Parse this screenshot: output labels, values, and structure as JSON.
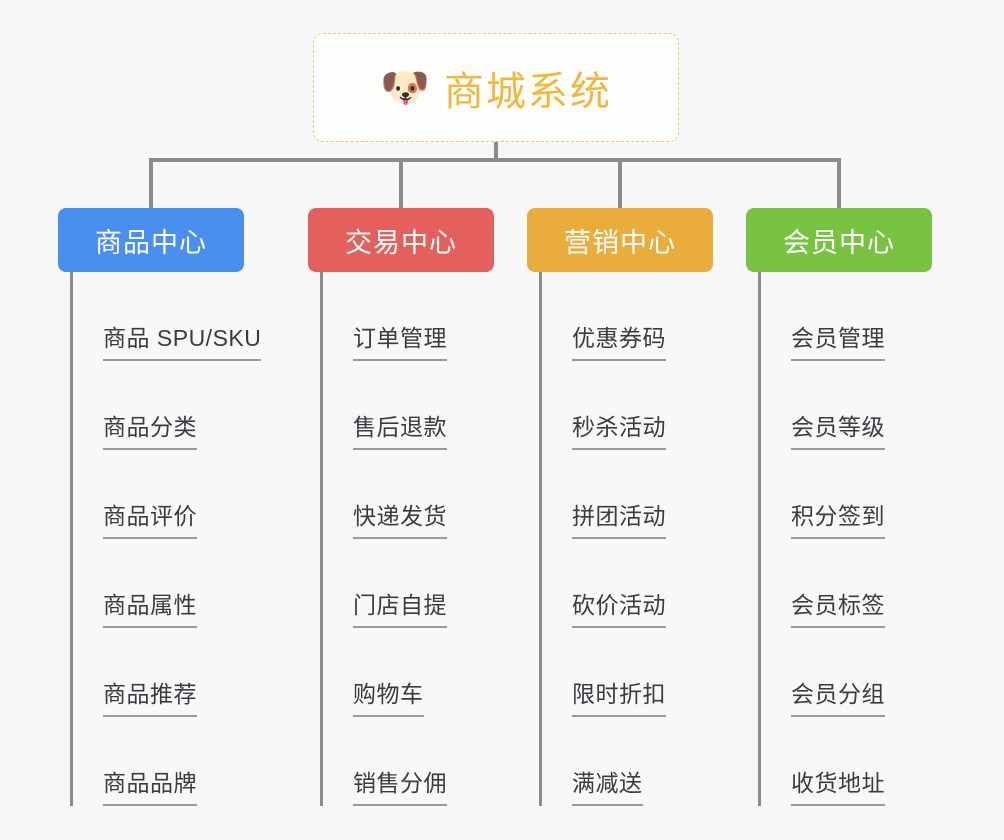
{
  "diagram": {
    "type": "tree-mindmap",
    "background_color": "#f8f8f8",
    "root": {
      "icon": "shiba-dog-emoji",
      "icon_glyph": "🐶",
      "title": "商城系统",
      "text_color": "#efb83f",
      "border_color": "#eec56a",
      "border_style": "dashed",
      "background_color": "#fdfdfc"
    },
    "connector_color": "#8b8b8b",
    "leaf_text_color": "#3b3b42",
    "leaf_underline_color": "#9a9a9a",
    "branches": [
      {
        "label": "商品中心",
        "color": "#4a8ef0",
        "items": [
          "商品 SPU/SKU",
          "商品分类",
          "商品评价",
          "商品属性",
          "商品推荐",
          "商品品牌"
        ]
      },
      {
        "label": "交易中心",
        "color": "#e4605d",
        "items": [
          "订单管理",
          "售后退款",
          "快递发货",
          "门店自提",
          "购物车",
          "销售分佣"
        ]
      },
      {
        "label": "营销中心",
        "color": "#eaac3a",
        "items": [
          "优惠券码",
          "秒杀活动",
          "拼团活动",
          "砍价活动",
          "限时折扣",
          "满减送"
        ]
      },
      {
        "label": "会员中心",
        "color": "#78c342",
        "items": [
          "会员管理",
          "会员等级",
          "积分签到",
          "会员标签",
          "会员分组",
          "收货地址"
        ]
      }
    ]
  }
}
